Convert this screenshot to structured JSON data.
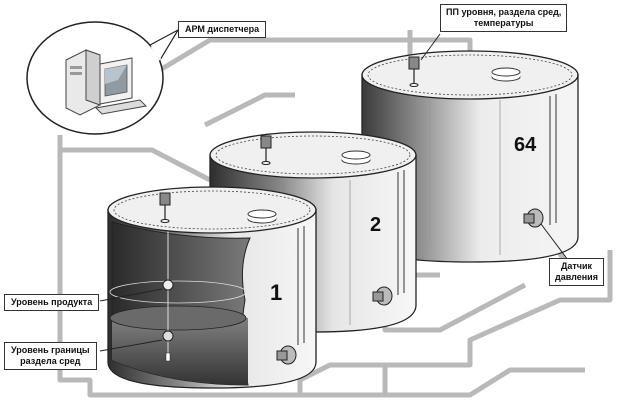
{
  "labels": {
    "arm": "АРМ диспетчера",
    "sensor_top": [
      "ПП уровня, раздела сред,",
      "температуры"
    ],
    "pressure": [
      "Датчик",
      "давления"
    ],
    "product_level": "Уровень продукта",
    "interface_level": [
      "Уровень границы",
      "раздела сред"
    ]
  },
  "tanks": [
    {
      "number": "1"
    },
    {
      "number": "2"
    },
    {
      "number": "64"
    }
  ],
  "colors": {
    "line": "#b9b9b9",
    "outline": "#222222",
    "product": "#555555",
    "dark_shade": "#3a3a3a"
  },
  "icons": [
    "computer-icon",
    "level-sensor-icon",
    "pressure-sensor-icon"
  ]
}
